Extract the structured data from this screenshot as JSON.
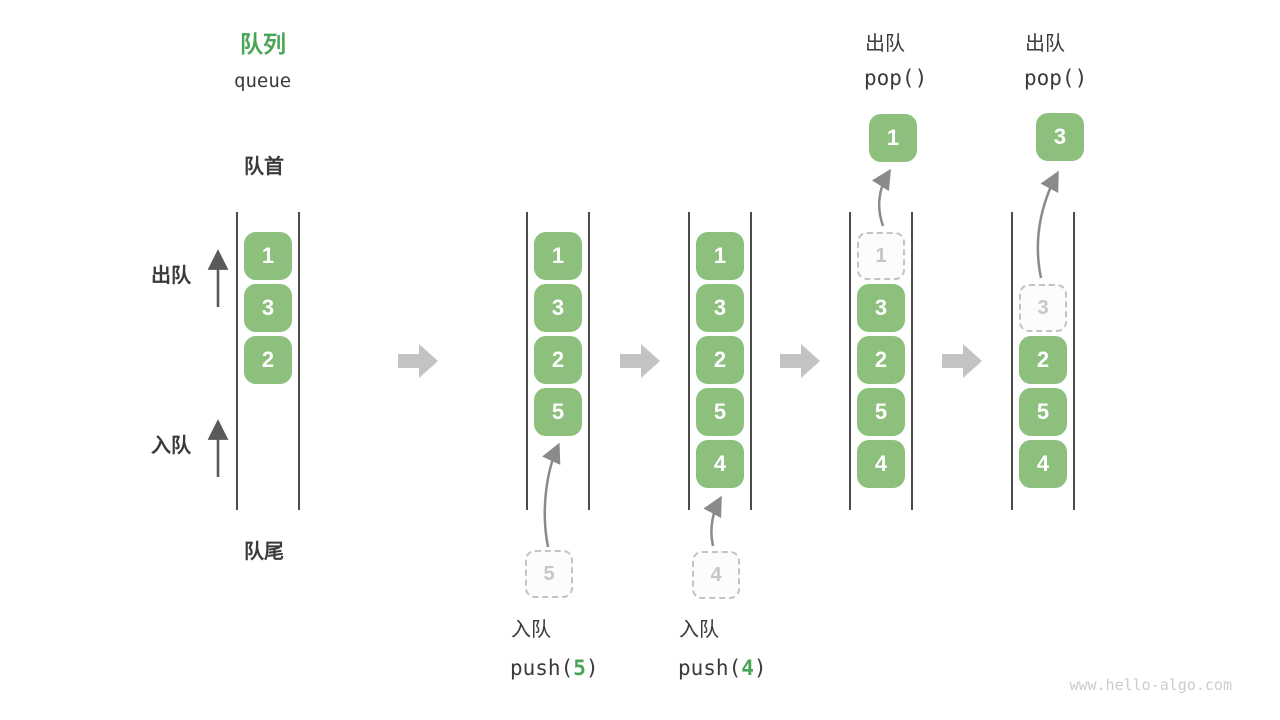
{
  "header": {
    "title_zh": "队列",
    "title_en": "queue"
  },
  "labels": {
    "front": "队首",
    "rear": "队尾",
    "dequeue": "出队",
    "enqueue": "入队"
  },
  "ops": {
    "push5": {
      "zh": "入队",
      "fn": "push(",
      "arg": "5",
      "close": ")"
    },
    "push4": {
      "zh": "入队",
      "fn": "push(",
      "arg": "4",
      "close": ")"
    },
    "pop1": {
      "zh": "出队",
      "fn": "pop()"
    },
    "pop2": {
      "zh": "出队",
      "fn": "pop()"
    }
  },
  "columns": [
    {
      "id": "state-1",
      "filled": [
        "1",
        "3",
        "2"
      ]
    },
    {
      "id": "state-2",
      "filled": [
        "1",
        "3",
        "2",
        "5"
      ],
      "staged": "5"
    },
    {
      "id": "state-3",
      "filled": [
        "1",
        "3",
        "2",
        "5",
        "4"
      ],
      "staged": "4"
    },
    {
      "id": "state-4",
      "removed": "1",
      "filled": [
        "3",
        "2",
        "5",
        "4"
      ],
      "popped": "1"
    },
    {
      "id": "state-5",
      "removed": "3",
      "filled": [
        "2",
        "5",
        "4"
      ],
      "popped": "3"
    }
  ],
  "icons": {
    "flow_arrow": "right-block-arrow",
    "dequeue_arrow": "up-arrow",
    "enqueue_arrow": "up-arrow",
    "move_arrow": "curved-up-arrow"
  },
  "colors": {
    "accent_green": "#4ba556",
    "element_green": "#8dbf7d",
    "flow_arrow_gray": "#c3c3c3",
    "dashed_gray": "#c3c3c3",
    "column_line": "#4c4c4c",
    "text_dark": "#3a3a3a",
    "curve_arrow_gray": "#8a8a8a",
    "watermark_gray": "#cccccc"
  },
  "watermark": "www.hello-algo.com"
}
